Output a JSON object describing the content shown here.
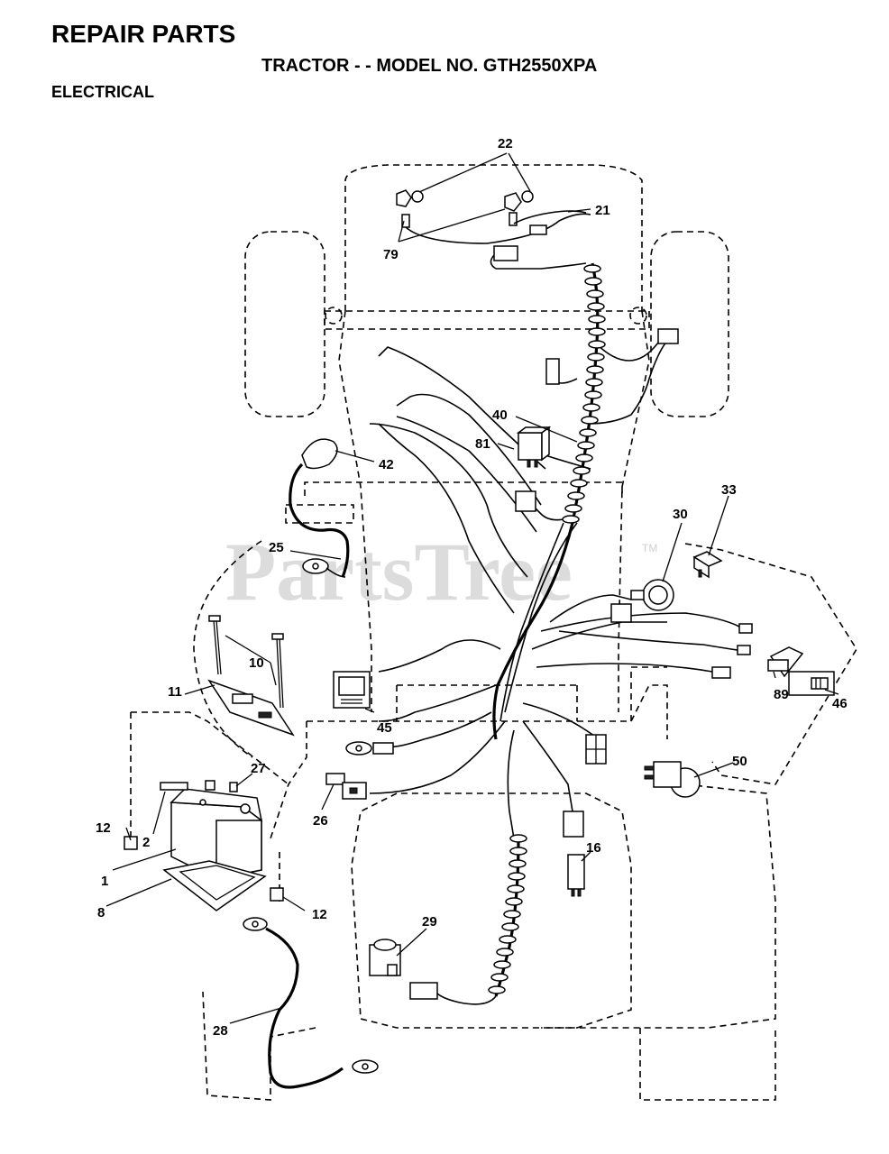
{
  "header": {
    "title": "REPAIR PARTS",
    "subtitle": "TRACTOR - - MODEL NO. GTH2550XPA",
    "section": "ELECTRICAL"
  },
  "watermark": {
    "text": "PartsTree",
    "trademark": "TM"
  },
  "callouts": {
    "c1": "1",
    "c2": "2",
    "c8": "8",
    "c10": "10",
    "c11": "11",
    "c12a": "12",
    "c12b": "12",
    "c16": "16",
    "c21": "21",
    "c22": "22",
    "c25": "25",
    "c26": "26",
    "c27": "27",
    "c28": "28",
    "c29": "29",
    "c30": "30",
    "c33": "33",
    "c40": "40",
    "c42": "42",
    "c45": "45",
    "c46": "46",
    "c50": "50",
    "c79": "79",
    "c81": "81",
    "c89": "89"
  }
}
